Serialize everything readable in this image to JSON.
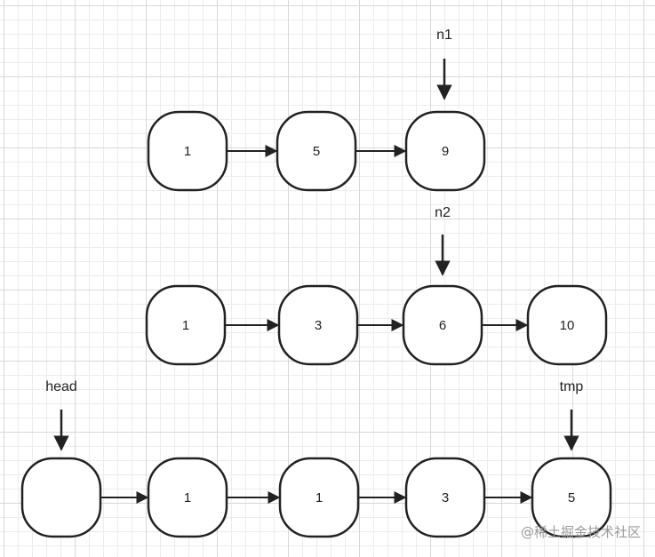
{
  "diagram": {
    "lists": [
      {
        "id": "list-n1",
        "nodes": [
          "1",
          "5",
          "9"
        ]
      },
      {
        "id": "list-n2",
        "nodes": [
          "1",
          "3",
          "6",
          "10"
        ]
      },
      {
        "id": "list-result",
        "nodes": [
          "",
          "1",
          "1",
          "3",
          "5"
        ]
      }
    ],
    "pointers": [
      {
        "label": "n1",
        "list": 0,
        "node": 2
      },
      {
        "label": "n2",
        "list": 1,
        "node": 2
      },
      {
        "label": "head",
        "list": 2,
        "node": 0
      },
      {
        "label": "tmp",
        "list": 2,
        "node": 4
      }
    ],
    "colors": {
      "stroke": "#222222",
      "node_fill": "#ffffff",
      "text": "#222222"
    }
  },
  "watermark": "@稀土掘金技术社区"
}
